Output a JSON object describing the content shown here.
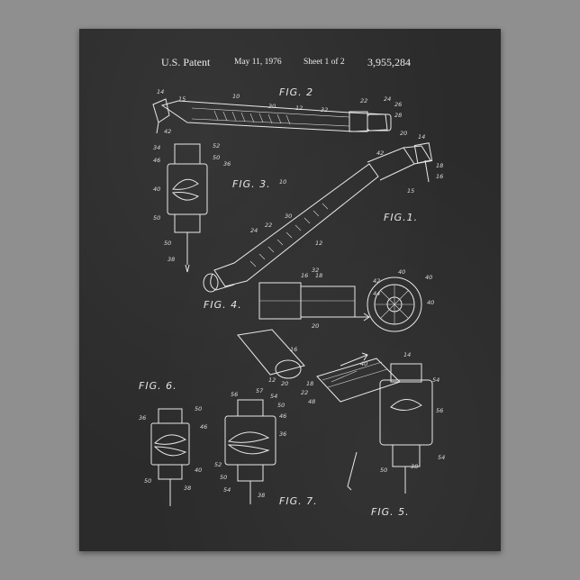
{
  "header": {
    "patent_label": "U.S. Patent",
    "date": "May 11, 1976",
    "sheet": "Sheet 1 of 2",
    "patent_number": "3,955,284"
  },
  "figures": {
    "fig1": "FIG.1.",
    "fig2": "FIG. 2",
    "fig3": "FIG. 3.",
    "fig4": "FIG. 4.",
    "fig5": "FIG. 5.",
    "fig6": "FIG. 6.",
    "fig7": "FIG. 7."
  },
  "colors": {
    "background": "#8f8f8f",
    "chalkboard": "#2b2b2b",
    "chalk": "#e8e8e8"
  }
}
